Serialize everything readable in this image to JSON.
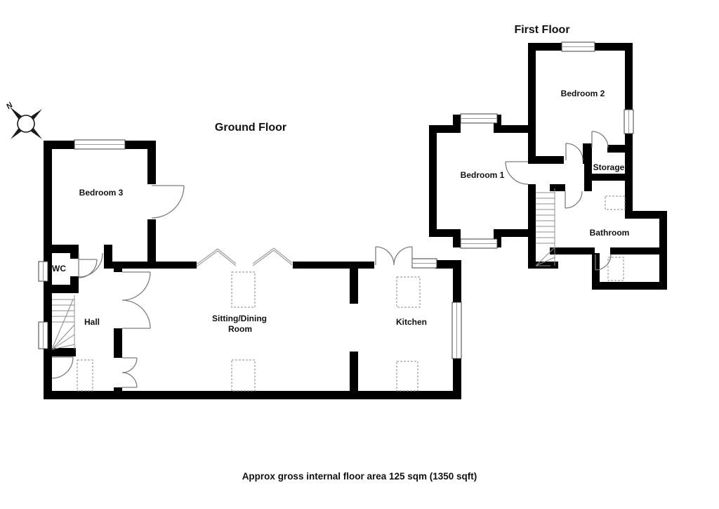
{
  "floorplan": {
    "titles": {
      "ground": "Ground Floor",
      "first": "First Floor"
    },
    "footer_note": "Approx gross internal floor area 125 sqm (1350 sqft)",
    "compass_label": "N",
    "ground_rooms": {
      "bedroom3": "Bedroom 3",
      "wc": "WC",
      "hall": "Hall",
      "sitting_line1": "Sitting/Dining",
      "sitting_line2": "Room",
      "kitchen": "Kitchen"
    },
    "first_rooms": {
      "bedroom1": "Bedroom 1",
      "bedroom2": "Bedroom 2",
      "storage": "Storage",
      "bathroom": "Bathroom"
    },
    "colors": {
      "wall": "#000000",
      "door_line": "#7d7d7d",
      "dashed_feature": "#8a8a8a",
      "background": "#ffffff",
      "text": "#111111"
    }
  }
}
